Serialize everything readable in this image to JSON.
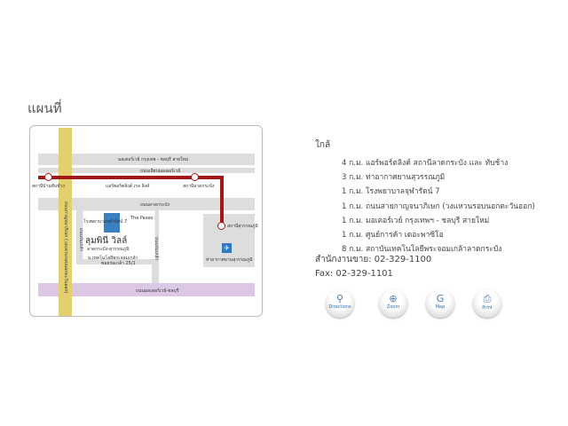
{
  "page_title": "แผนที่",
  "map": {
    "motorway_label": "มอเตอร์เวย์ กรุงเทพ - ชลบุรี สายใหม่",
    "parallel_road_label": "ถนนเลียบมอเตอร์เวย์",
    "airport_link_label": "แอร์พอร์ตลิงค์ เรล ลิงค์",
    "station_left": "สถานีบ้านทับช้าง",
    "station_mid": "สถานีลาดกระบัง",
    "station_right": "สถานีสุวรรณภูมิ",
    "road_ladkrabang": "ถนนลาดกระบัง",
    "ring_road_label": "ถนนกาญจนาภิเษก (วงแหวนรอบนอกตะวันออก)",
    "hospital_label": "โรงพยาบาลจุฬารัตน์ 7",
    "paseo_label": "The Paseo",
    "project_name": "ลุมพินี วิลล์",
    "project_sub": "ลาดกระบัง-สุวรรณภูมิ",
    "soi_left": "ถนนร่มเกล้า",
    "soi_right": "ถนนร่มเกล้า",
    "institute_label": "ม.เทคโนโลยีพระจอมเกล้า",
    "soi_label": "ซอยร่มเกล้า 25/1",
    "airport_label": "ท่าอากาศยานสุวรรณภูมิ",
    "purple_road_label": "ถนนมอเตอร์เวย์-ชลบุรี"
  },
  "nearby": {
    "heading": "ใกล้",
    "items": [
      "4 ก.ม. แอร์พอร์ตลิงค์ สถานีลาดกระบัง และ ทับช้าง",
      "3 ก.ม. ท่าอากาศยานสุวรรณภูมิ",
      "1 ก.ม. โรงพยาบาลจุฬารัตน์ 7",
      "1 ก.ม. ถนนสายกาญจนาภิเษก (วงแหวนรอบนอกตะวันออก)",
      "1 ก.ม. มอเตอร์เวย์ กรุงเทพฯ - ชลบุรี สายใหม่",
      "1 ก.ม. ศูนย์การค้า เดอะพาซิโอ",
      "8 ก.ม. สถาบันเทคโนโลยีพระจอมเกล้าลาดกระบัง"
    ]
  },
  "contact": {
    "office": "สำนักงานขาย: 02-329-1100",
    "fax": "Fax: 02-329-1101"
  },
  "buttons": [
    {
      "label": "Directions",
      "icon": "⚲"
    },
    {
      "label": "Zoom",
      "icon": "⊕"
    },
    {
      "label": "Map",
      "icon": "G"
    },
    {
      "label": "Print",
      "icon": "⎙"
    }
  ]
}
